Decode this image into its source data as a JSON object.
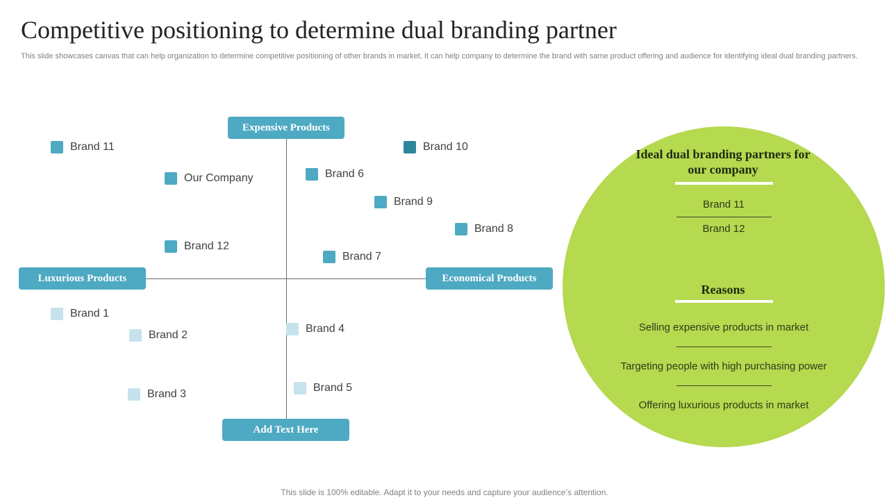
{
  "title": "Competitive positioning to determine dual branding partner",
  "subtitle": "This slide showcases canvas that can help organization to determine competitive positioning of other brands in market. It can help company to determine the brand with same product offering and audience for identifying ideal dual branding partners.",
  "axes": {
    "top": "Expensive Products",
    "left": "Luxurious Products",
    "right": "Economical Products",
    "bottom": "Add Text Here"
  },
  "brands": {
    "brand11": "Brand 11",
    "our_company": "Our Company",
    "brand12": "Brand 12",
    "brand6": "Brand 6",
    "brand10": "Brand 10",
    "brand9": "Brand 9",
    "brand8": "Brand 8",
    "brand7": "Brand 7",
    "brand1": "Brand 1",
    "brand2": "Brand 2",
    "brand3": "Brand 3",
    "brand4": "Brand 4",
    "brand5": "Brand 5"
  },
  "panel": {
    "heading": "Ideal dual branding partners for our company",
    "partners": [
      "Brand 11",
      "Brand 12"
    ],
    "reasons_heading": "Reasons",
    "reasons": [
      "Selling expensive products in market",
      "Targeting people with high purchasing power",
      "Offering luxurious products in market"
    ]
  },
  "colors": {
    "accent": "#4ea9c2",
    "swatch_medium": "#4ea9c2",
    "swatch_dark": "#2f869c",
    "swatch_light": "#c6e3ec",
    "circle": "#b5d94f"
  },
  "footer": "This slide is 100% editable. Adapt it to your needs and capture your audience’s attention."
}
